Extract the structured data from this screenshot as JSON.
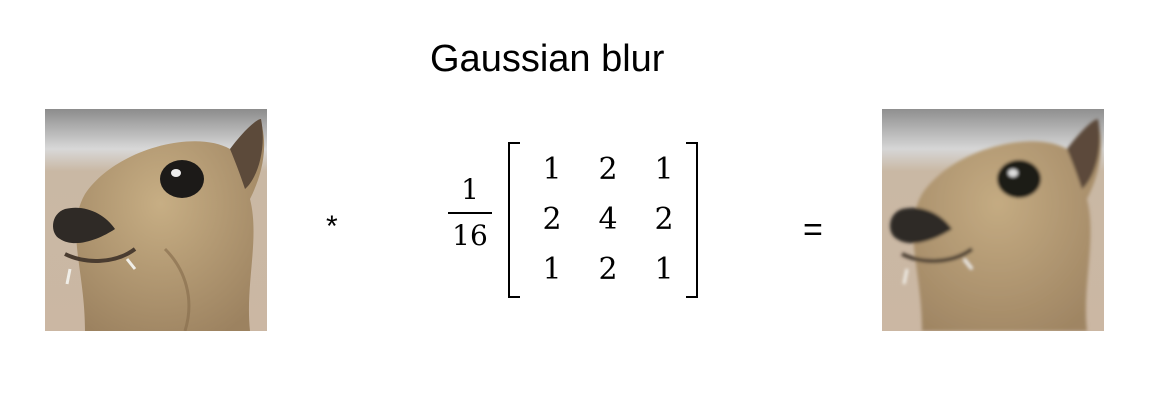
{
  "title": "Gaussian blur",
  "operators": {
    "convolve": "*",
    "equals": "="
  },
  "kernel": {
    "scale_numerator": "1",
    "scale_denominator": "16",
    "matrix": [
      [
        "1",
        "2",
        "1"
      ],
      [
        "2",
        "4",
        "2"
      ],
      [
        "1",
        "2",
        "1"
      ]
    ]
  },
  "images": {
    "input": {
      "icon": "animal-face-photo",
      "blurred": false
    },
    "output": {
      "icon": "animal-face-photo",
      "blurred": true
    }
  },
  "colors": {
    "background": "#ffffff",
    "fur": "#b49a72",
    "wall": "#cfc4b4",
    "top_band": "#8f8f8f"
  }
}
